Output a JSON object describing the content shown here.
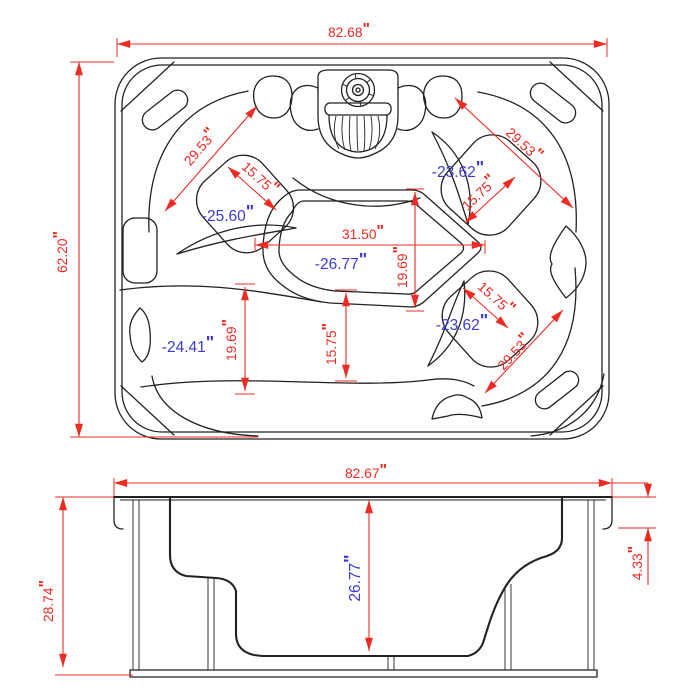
{
  "colors": {
    "dimension_red": "#ee2b23",
    "note_blue": "#3b3bd1",
    "line_black": "#222222",
    "background": "#ffffff"
  },
  "unit_mark": "\"",
  "top_view": {
    "width": "82.68",
    "length": "62.20",
    "seat_upper_left": {
      "diagonal": "29.53",
      "width": "15.75",
      "depth": "-25.60"
    },
    "seat_upper_right": {
      "diagonal": "29.53",
      "width": "15.75",
      "depth": "-23.62"
    },
    "seat_lower_right": {
      "diagonal": "29.53",
      "width": "15.75",
      "depth": "-23.62"
    },
    "footwell": {
      "width": "31.50",
      "length": "19.69",
      "depth": "-26.77"
    },
    "lounge": {
      "length": "19.69",
      "width": "15.75",
      "depth": "-24.41"
    }
  },
  "side_view": {
    "width": "82.67",
    "height": "28.74",
    "inner_depth": "26.77",
    "lip_height": "4.33"
  }
}
